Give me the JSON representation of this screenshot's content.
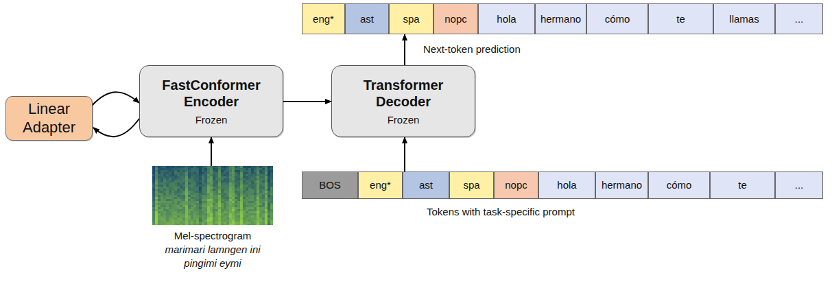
{
  "diagram": {
    "nodes": [
      {
        "text": [
          "Linear Adapter"
        ]
      },
      {
        "text": [
          "FastConformer Encoder",
          "Frozen"
        ]
      },
      {
        "text": [
          "Transformer Decoder",
          "Frozen"
        ]
      },
      {
        "text": [
          "Mel-spectrogram",
          "marimari lamngen ini pingimi eymi"
        ]
      },
      {
        "text": [
          "eng*"
        ]
      },
      {
        "text": [
          "ast"
        ]
      },
      {
        "text": [
          "spa"
        ]
      },
      {
        "text": [
          "nopc"
        ]
      },
      {
        "text": [
          "hola"
        ]
      },
      {
        "text": [
          "hermano"
        ]
      },
      {
        "text": [
          "cómo"
        ]
      },
      {
        "text": [
          "te"
        ]
      },
      {
        "text": [
          "llamas"
        ]
      },
      {
        "text": [
          "..."
        ]
      },
      {
        "text": [
          "BOS"
        ]
      },
      {
        "text": [
          "eng*"
        ]
      },
      {
        "text": [
          "ast"
        ]
      },
      {
        "text": [
          "spa"
        ]
      },
      {
        "text": [
          "nopc"
        ]
      },
      {
        "text": [
          "hola"
        ]
      },
      {
        "text": [
          "hermano"
        ]
      },
      {
        "text": [
          "cómo"
        ]
      },
      {
        "text": [
          "te"
        ]
      },
      {
        "text": [
          "..."
        ]
      }
    ],
    "edges": [
      {
        "from": 0,
        "to": 1,
        "arrow": "to"
      },
      {
        "from": 1,
        "to": 0,
        "arrow": "to"
      },
      {
        "from": 1,
        "to": 2,
        "arrow": "to"
      },
      {
        "from": 3,
        "to": 1,
        "arrow": "to"
      },
      {
        "from": 2,
        "to": 6,
        "arrow": "to"
      },
      {
        "from": 16,
        "to": 2,
        "arrow": "to"
      }
    ],
    "labels": [
      "Next-token prediction",
      "Tokens with task-specific prompt"
    ]
  }
}
